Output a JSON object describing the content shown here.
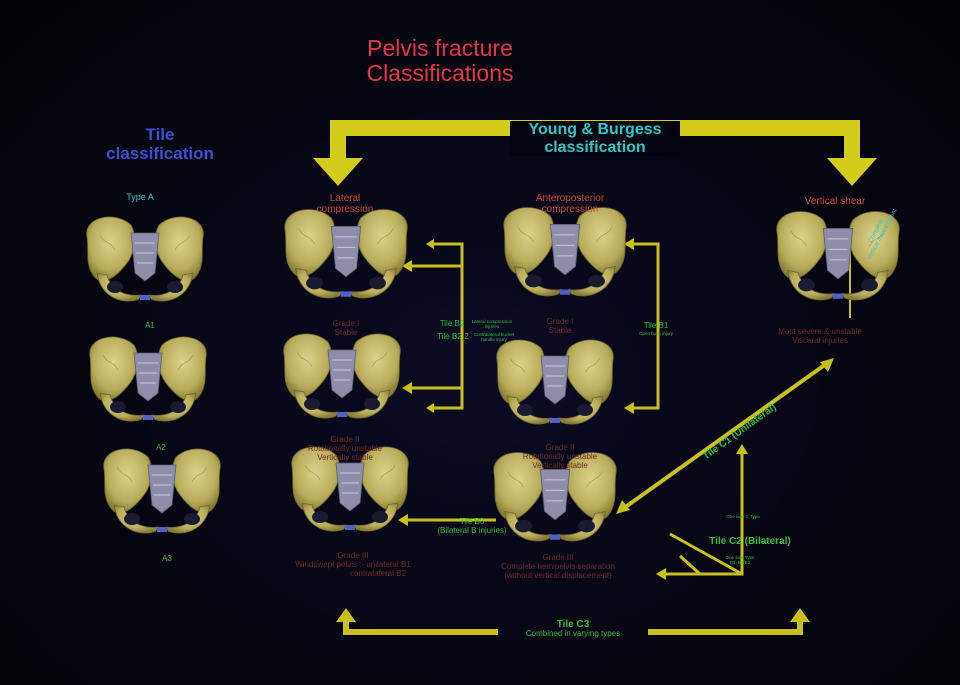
{
  "title": {
    "line1": "Pelvis fracture",
    "line2": "Classifications"
  },
  "tile": {
    "heading_line1": "Tile",
    "heading_line2": "classification",
    "type_a": "Type A",
    "a1": "A1",
    "a2": "A2",
    "a3": "A3"
  },
  "young_burgess": {
    "line1": "Young & Burgess",
    "line2": "classification"
  },
  "columns": {
    "lateral_line1": "Lateral",
    "lateral_line2": "compression",
    "ap_line1": "Anteroposterior",
    "ap_line2": "compression",
    "vertical": "Vertical shear"
  },
  "lateral": {
    "grade1_line1": "Grade I",
    "grade1_line2": "Stable",
    "grade2_line1": "Grade II",
    "grade2_line2": "Rotationally unstable",
    "grade2_line3": "Vertically stable",
    "grade3_line1": "Grade III",
    "grade3_line2": "Windswept pelvis :- unilateral B1",
    "grade3_line3": "contralateral B2"
  },
  "ap": {
    "grade1_line1": "Grade I",
    "grade1_line2": "Stable",
    "grade2_line1": "Grade II",
    "grade2_line2": "Rotationally unstable",
    "grade2_line3": "Vertically stable",
    "grade3_line1": "Grade III",
    "grade3_line2": "Complete hemipelvis separation",
    "grade3_line3": "(without vertical displacement)"
  },
  "vertical_shear": {
    "desc_line1": "Most severe & unstable",
    "desc_line2": "Visceral injuries",
    "rotated_line1": "Complete",
    "rotated_line2": "vertical displacement"
  },
  "tile_b": {
    "b2": "Tile B2",
    "b2_note1": "Lateral compression",
    "b2_note2": "injuries",
    "b2_2": "Tile B2-2",
    "b2_2_note1": "Contralateral bucket",
    "b2_2_note2": "handle injury",
    "b1": "Tile B1",
    "b1_note": "Open book injury",
    "b3": "Tile B3",
    "b3_note": "(Bilateral B injuries)"
  },
  "tile_c": {
    "c1": "Tile C1 (Unilateral)",
    "c2": "Tile C2 (Bilateral)",
    "c2_note_top": "One side C Type",
    "c2_note_bottom1": "One side Type",
    "c2_note_bottom2": "B1, B2/B3",
    "c3": "Tile C3",
    "c3_note": "Combined in varying types"
  },
  "colors": {
    "title": "#e8334a",
    "tile_heading": "#3b4fd8",
    "young_burgess": "#2fc8c8",
    "arrow_yellow": "#d4cc1a",
    "tile_green": "#2fbf3a",
    "grade_brown": "#6e2a22",
    "bone": "#cfc37a"
  },
  "icons": [
    "pelvis-bone",
    "arrow"
  ]
}
